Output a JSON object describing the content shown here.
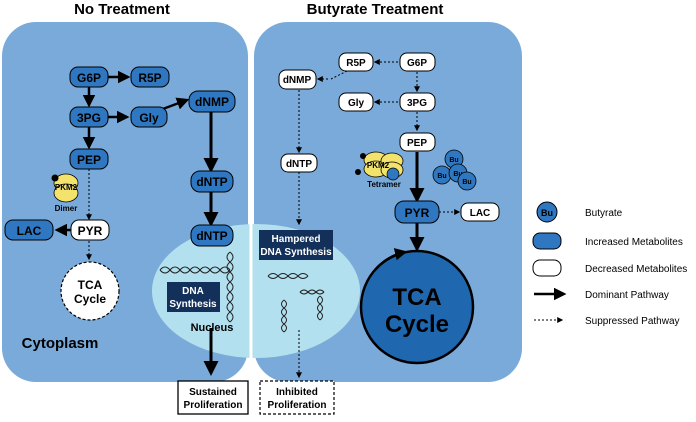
{
  "titles": {
    "left": "No Treatment",
    "right": "Butyrate Treatment"
  },
  "colors": {
    "cell": "#7aaad9",
    "nucleus": "#b2e0ee",
    "increased": "#2f78c1",
    "decreased": "#ffffff",
    "pkm2": "#f3e36c",
    "tca_big": "#1f68b0",
    "label_box": "#12305a"
  },
  "left": {
    "nodes": {
      "g6p": "G6P",
      "r5p": "R5P",
      "pg3": "3PG",
      "gly": "Gly",
      "pep": "PEP",
      "dnmp": "dNMP",
      "dntp1": "dNTP",
      "dntp2": "dNTP",
      "lac": "LAC",
      "pyr": "PYR"
    },
    "pkm2": "PKM2",
    "dimer": "Dimer",
    "tca": [
      "TCA",
      "Cycle"
    ],
    "dna": [
      "DNA",
      "Synthesis"
    ],
    "nucleus": "Nucleus",
    "cytoplasm": "Cytoplasm",
    "outcome": [
      "Sustained",
      "Proliferation"
    ]
  },
  "right": {
    "nodes": {
      "r5p": "R5P",
      "g6p": "G6P",
      "dnmp": "dNMP",
      "gly": "Gly",
      "pg3": "3PG",
      "pep": "PEP",
      "dntp": "dNTP",
      "pyr": "PYR",
      "lac": "LAC"
    },
    "pkm2": "PKM2",
    "tetramer": "Tetramer",
    "bu": "Bu",
    "hampered": [
      "Hampered",
      "DNA Synthesis"
    ],
    "tca": [
      "TCA",
      "Cycle"
    ],
    "outcome": [
      "Inhibited",
      "Proliferation"
    ]
  },
  "legend": {
    "butyrate": "Butyrate",
    "increased": "Increased Metabolites",
    "decreased": "Decreased Metabolites",
    "dominant": "Dominant Pathway",
    "suppressed": "Suppressed Pathway",
    "bu_icon": "Bu"
  }
}
